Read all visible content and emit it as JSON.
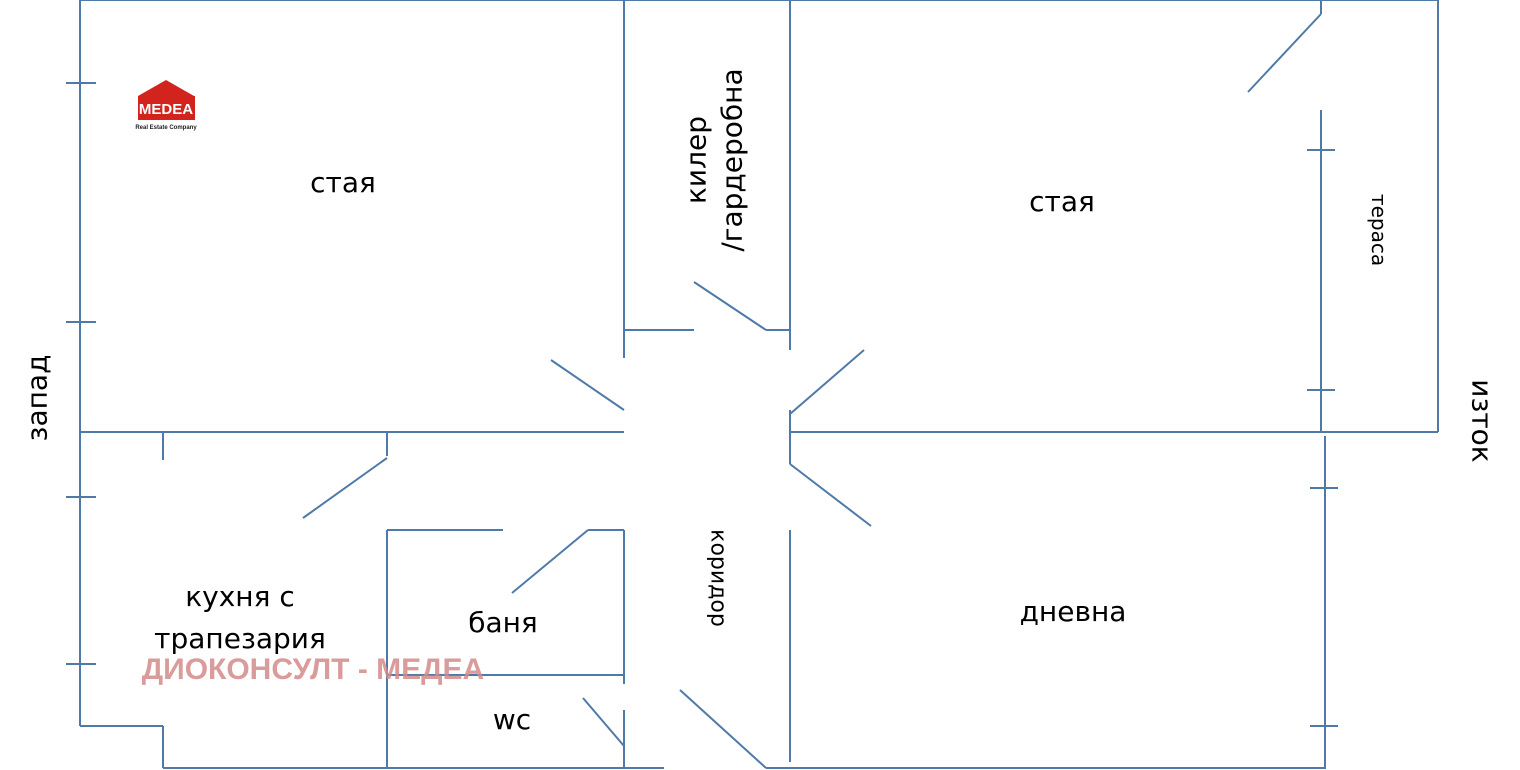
{
  "rooms": {
    "room_west": "стая",
    "room_east": "стая",
    "closet_line1": "килер",
    "closet_line2": "/гардеробна",
    "terrace": "тераса",
    "kitchen_line1": "кухня с",
    "kitchen_line2": "трапезария",
    "bathroom": "баня",
    "wc": "wc",
    "corridor": "коридор",
    "living_room": "дневна"
  },
  "orientation": {
    "west": "запад",
    "east": "изток"
  },
  "watermark": "ДИОКОНСУЛТ - МЕДЕА",
  "logo": {
    "name": "MEDEA",
    "tagline": "Real Estate Company",
    "color": "#d2231c"
  },
  "colors": {
    "wall": "#4f7aa8",
    "watermark": "#d48a8a"
  }
}
